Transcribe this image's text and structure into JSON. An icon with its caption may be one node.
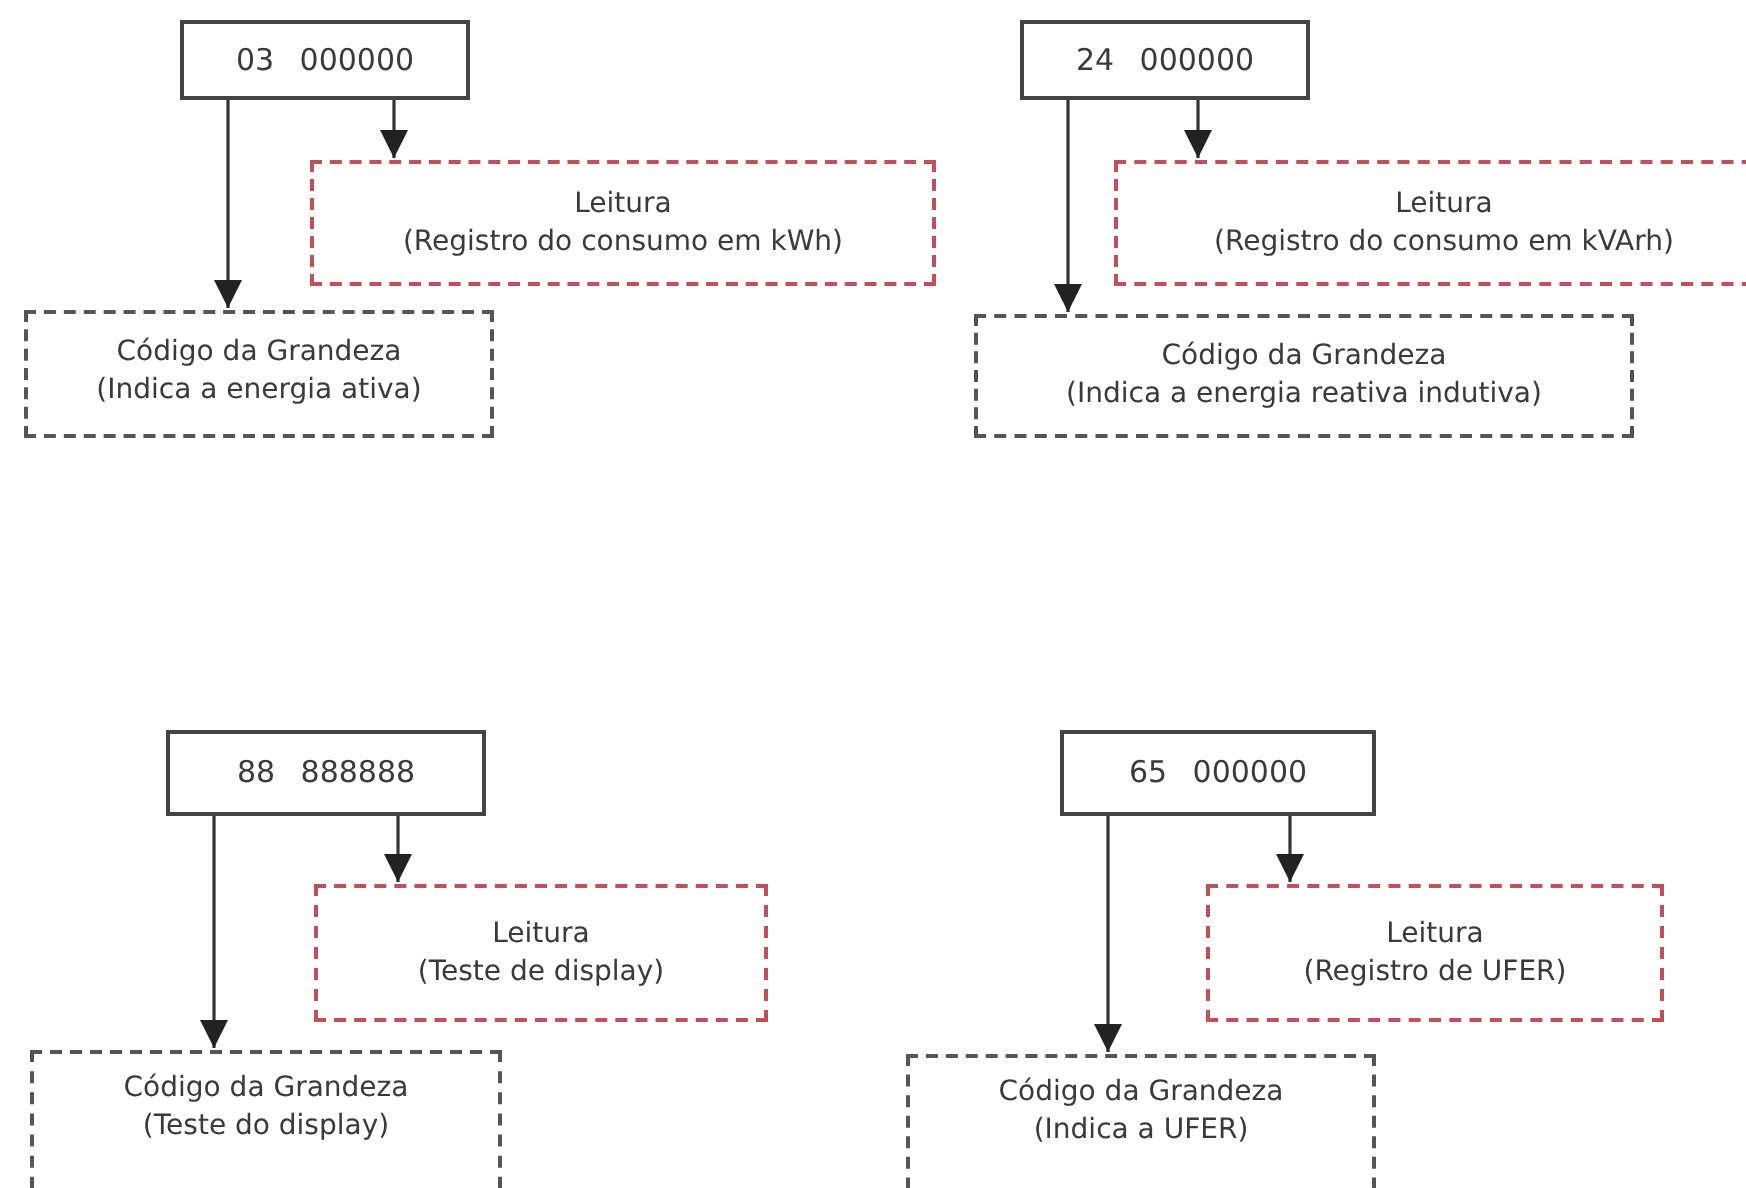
{
  "diagram": {
    "nodes": [
      {
        "text": [
          "03 000000"
        ]
      },
      {
        "text": [
          "Leitura",
          "(Registro do consumo em kWh)"
        ]
      },
      {
        "text": [
          "Código da Grandeza",
          "(Indica a energia ativa)"
        ]
      },
      {
        "text": [
          "24 000000"
        ]
      },
      {
        "text": [
          "Leitura",
          "(Registro do consumo em kVArh)"
        ]
      },
      {
        "text": [
          "Código da Grandeza",
          "(Indica a energia reativa indutiva)"
        ]
      },
      {
        "text": [
          "88 888888"
        ]
      },
      {
        "text": [
          "Leitura",
          "(Teste de display)"
        ]
      },
      {
        "text": [
          "Código da Grandeza",
          "(Teste do display)"
        ]
      },
      {
        "text": [
          "65 000000"
        ]
      },
      {
        "text": [
          "Leitura",
          "(Registro de UFER)"
        ]
      },
      {
        "text": [
          "Código da Grandeza",
          "(Indica a UFER)"
        ]
      }
    ],
    "edges": [
      {
        "from": 0,
        "to": 2,
        "arrow": "to"
      },
      {
        "from": 0,
        "to": 1,
        "arrow": "to"
      },
      {
        "from": 3,
        "to": 5,
        "arrow": "to"
      },
      {
        "from": 3,
        "to": 4,
        "arrow": "to"
      },
      {
        "from": 6,
        "to": 8,
        "arrow": "to"
      },
      {
        "from": 6,
        "to": 7,
        "arrow": "to"
      },
      {
        "from": 9,
        "to": 11,
        "arrow": "to"
      },
      {
        "from": 9,
        "to": 10,
        "arrow": "to"
      }
    ]
  }
}
